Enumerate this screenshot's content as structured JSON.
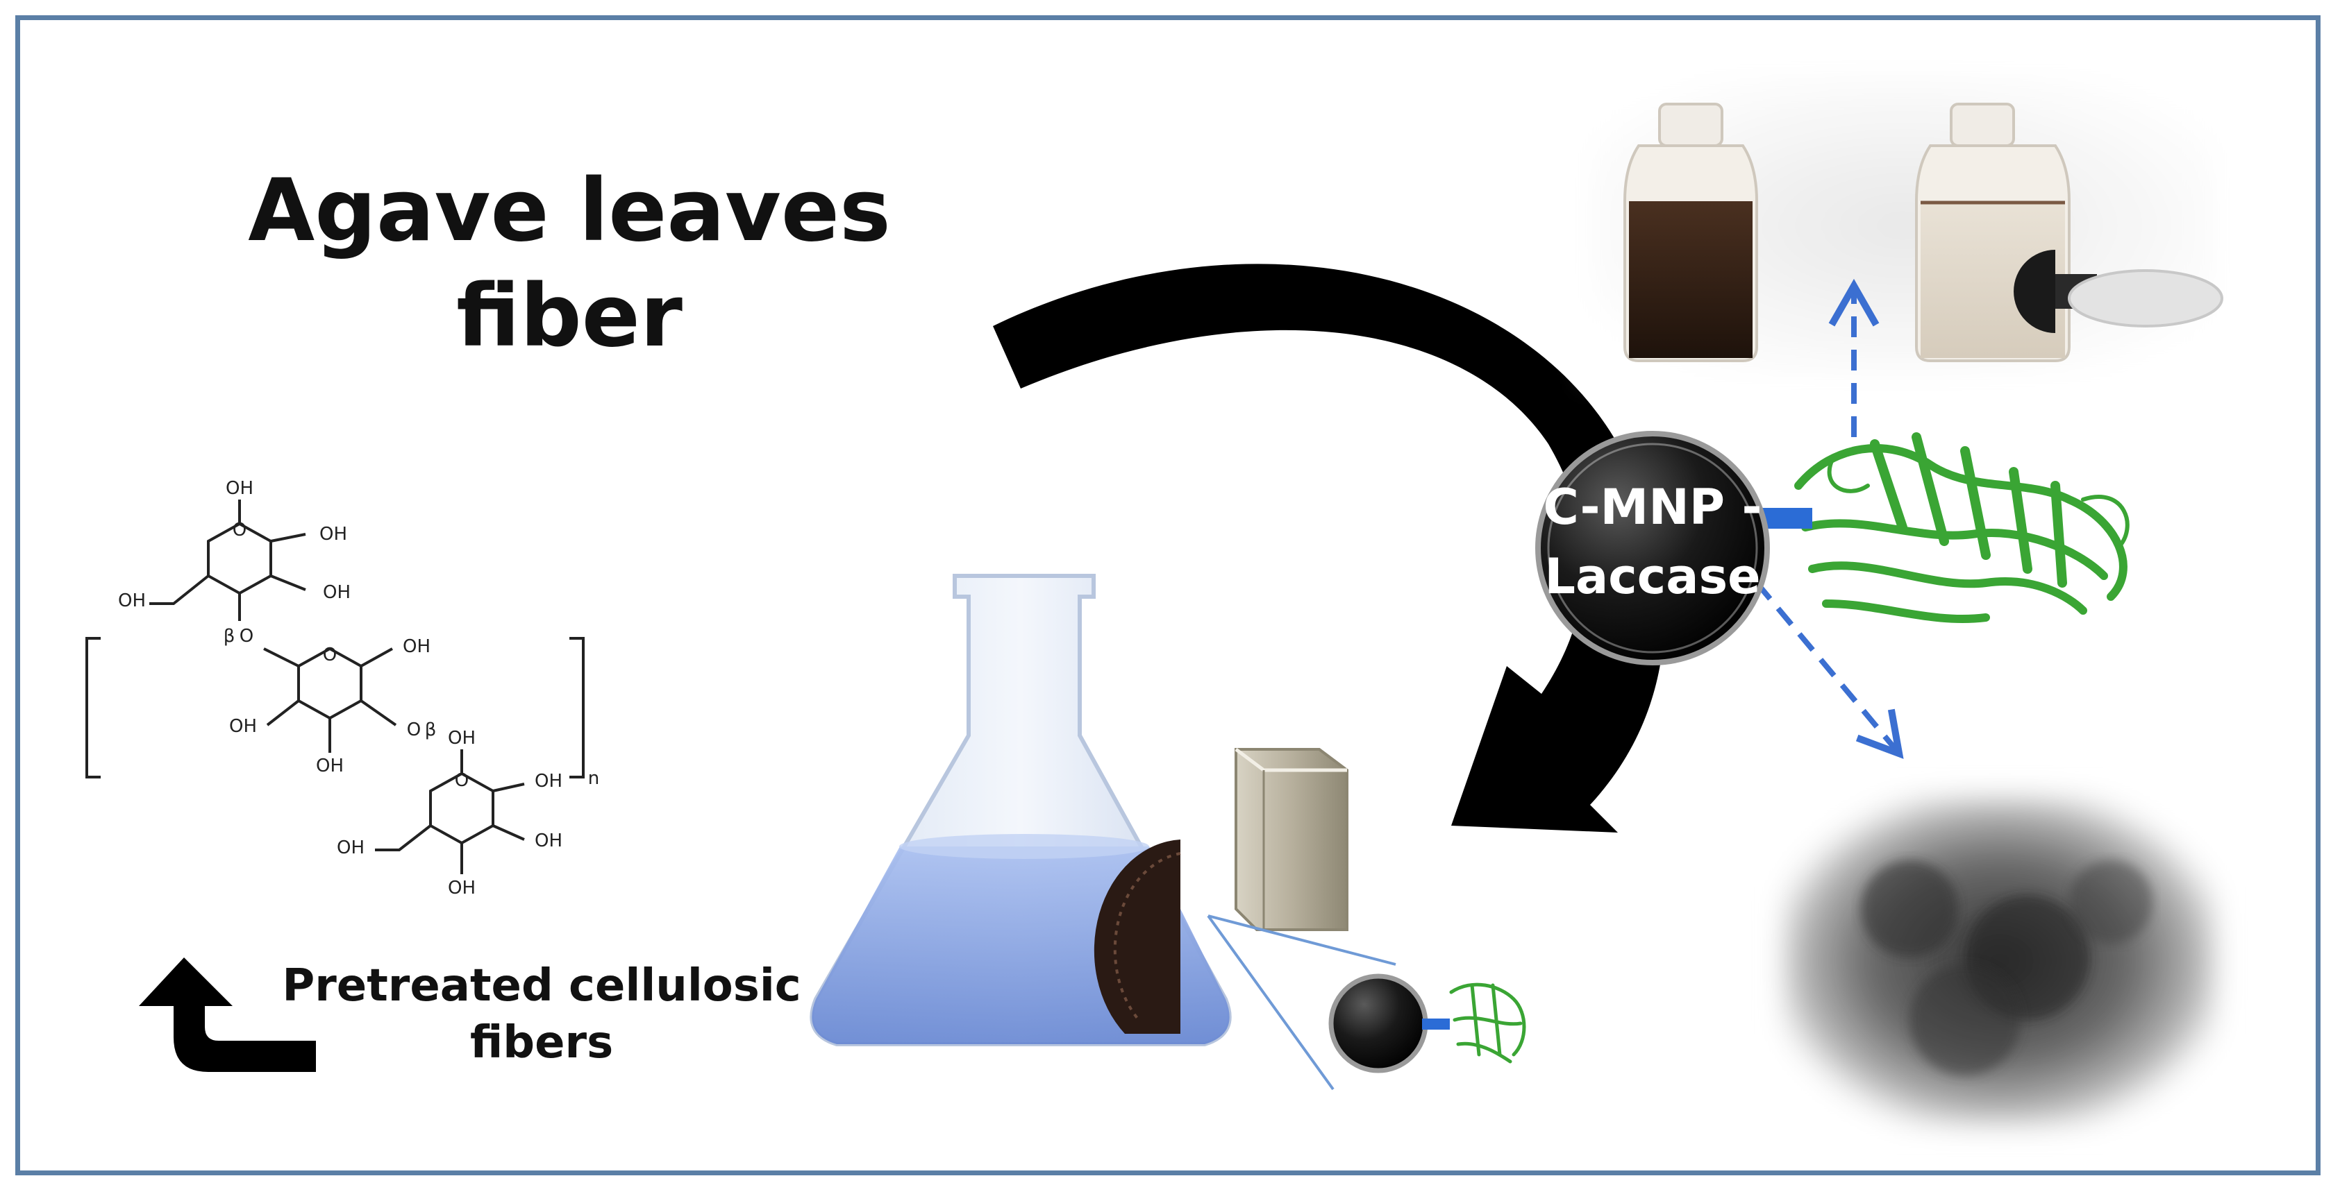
{
  "title": {
    "line1": "Agave leaves",
    "line2": "fiber"
  },
  "caption": {
    "line1": "Pretreated cellulosic",
    "line2": "fibers"
  },
  "center_label": {
    "line1": "C-MNP -",
    "line2": "Laccase"
  },
  "structure": {
    "oh": "OH",
    "beta": "β",
    "o": "O",
    "n": "n"
  },
  "colors": {
    "frame": "#5b7fa6",
    "arrow": "#000000",
    "dashed": "#3b6fd1",
    "linker": "#2b6cd6",
    "protein": "#3aa534",
    "liquid": "#7f9fe0"
  },
  "icons": [
    "curved-arrow-icon",
    "up-arrow-icon",
    "magnet-icon",
    "flask-icon",
    "bottle-icon",
    "protein-icon",
    "nanoparticle-icon"
  ]
}
